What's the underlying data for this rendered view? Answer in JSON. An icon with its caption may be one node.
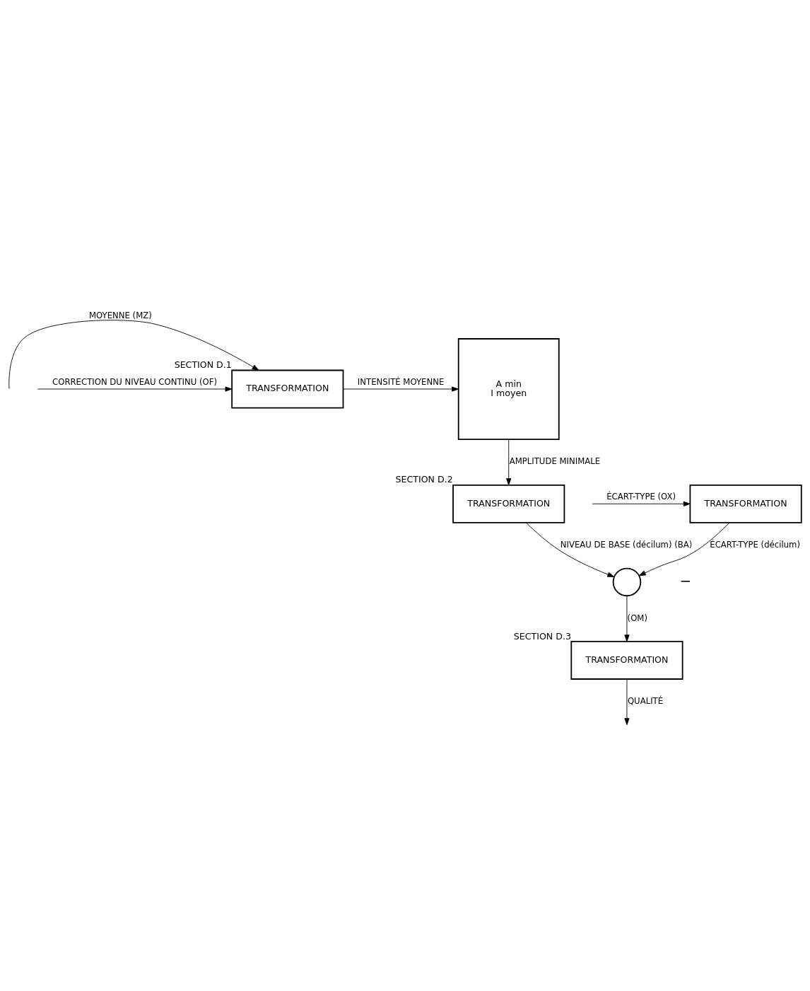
{
  "diagram": {
    "nodes": [
      {
        "text": [
          "TRANSFORMATION"
        ],
        "beside": [
          "SECTION D.1"
        ]
      },
      {
        "text": [
          "A min",
          "I moyen"
        ]
      },
      {
        "text": [
          "TRANSFORMATION"
        ],
        "beside": [
          "SECTION D.2"
        ]
      },
      {
        "text": [
          "TRANSFORMATION"
        ]
      },
      {
        "text": [],
        "shape": "circle"
      },
      {
        "text": [
          "TRANSFORMATION"
        ],
        "beside": [
          "SECTION D.3"
        ]
      }
    ],
    "edges": [
      {
        "from": null,
        "to": 0,
        "arrow": "to",
        "label": "MOYENNE (MZ)"
      },
      {
        "from": null,
        "to": 0,
        "arrow": "to",
        "label": "CORRECTION DU NIVEAU CONTINU (OF)"
      },
      {
        "from": 0,
        "to": 1,
        "arrow": "to",
        "label": "INTENSITÉ MOYENNE"
      },
      {
        "from": 1,
        "to": 2,
        "arrow": "to",
        "label": "AMPLITUDE MINIMALE"
      },
      {
        "from": 2,
        "to": 4,
        "arrow": "to",
        "label": "NIVEAU DE BASE (décilum) (BA)"
      },
      {
        "from": null,
        "to": 3,
        "arrow": "to",
        "label": "ÉCART-TYPE (OX)"
      },
      {
        "from": 3,
        "to": 4,
        "arrow": "to",
        "label": "ÉCART-TYPE (décilum)"
      },
      {
        "from": 4,
        "to": 5,
        "arrow": "to",
        "label": "(OM)"
      },
      {
        "from": 5,
        "to": null,
        "arrow": "to",
        "label": "QUALITÉ"
      }
    ],
    "labels": [
      "−"
    ]
  }
}
